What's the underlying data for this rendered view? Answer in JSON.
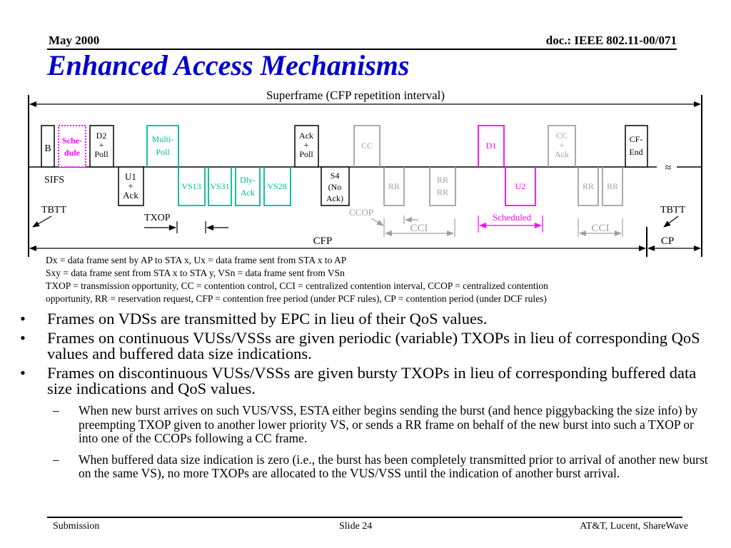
{
  "header": {
    "date": "May 2000",
    "doc_id": "doc.: IEEE 802.11-00/071"
  },
  "title": "Enhanced Access Mechanisms",
  "diagram": {
    "superframe_label": "Superframe (CFP repetition interval)",
    "frames_top": {
      "beacon": "B",
      "schedule": [
        "Sche-",
        "dule"
      ],
      "d2_poll": [
        "D2",
        "+",
        "Poll"
      ],
      "multi_poll": [
        "Multi-",
        "Poll"
      ],
      "ack_poll": [
        "Ack",
        "+",
        "Poll"
      ],
      "cc": "CC",
      "d1": "D1",
      "cc_ack": [
        "CC",
        "+",
        "Ack"
      ],
      "cf_end": [
        "CF-",
        "End"
      ]
    },
    "frames_bottom": {
      "u1_ack": [
        "U1",
        "+",
        "Ack"
      ],
      "vs13": "VS13",
      "vs31": "VS31",
      "dly_ack": [
        "Dly-",
        "Ack"
      ],
      "vs28": "VS28",
      "s4": [
        "S4",
        "(No",
        "Ack)"
      ],
      "rr1": "RR",
      "rr2": [
        "RR",
        "RR"
      ],
      "u2": "U2",
      "rr3": "RR",
      "rr4": "RR"
    },
    "labels": {
      "sifs": "SIFS",
      "tbtt_left": "TBTT",
      "tbtt_right": "TBTT",
      "txop": "TXOP",
      "ccop": "CCOP",
      "cci_1": "CCI",
      "scheduled": "Scheduled",
      "cci_2": "CCI",
      "cfp": "CFP",
      "cp": "CP",
      "break_mark": "≈"
    },
    "colors": {
      "magenta": "#ff00ff",
      "teal": "#00b894",
      "gray": "#a0a0a0",
      "black": "#000000"
    }
  },
  "legend": [
    "Dx = data frame sent by AP to STA x, Ux = data frame sent from STA x to AP",
    "Sxy = data frame sent from STA x to STA y, VSn = data frame sent from VSn",
    "TXOP = transmission opportunity, CC = contention control, CCI = centralized contention interval, CCOP = centralized contention",
    "opportunity, RR = reservation request, CFP = contention free period (under PCF rules), CP = contention period (under DCF rules)"
  ],
  "bullets": [
    {
      "marker": "•",
      "text": "Frames on VDSs are transmitted by EPC in lieu of their QoS values."
    },
    {
      "marker": "•",
      "text": "Frames on continuous VUSs/VSSs are given periodic (variable) TXOPs in lieu of corresponding QoS values and buffered data size indications."
    },
    {
      "marker": "•",
      "text": "Frames on discontinuous VUSs/VSSs are given bursty TXOPs in lieu of corresponding buffered data size indications and QoS values.",
      "sub": [
        {
          "marker": "–",
          "text": "When new burst arrives on such VUS/VSS, ESTA either begins sending the burst (and hence piggybacking the size info) by preempting TXOP given to another lower priority VS, or sends a RR frame on behalf of the new burst into such a TXOP or into one of the CCOPs following a CC frame."
        },
        {
          "marker": "–",
          "text": "When buffered data size indication is zero (i.e., the burst has been completely transmitted prior to arrival of another new burst on the same VS), no more TXOPs are allocated to the VUS/VSS until the indication of another burst arrival."
        }
      ]
    }
  ],
  "footer": {
    "left": "Submission",
    "center": "Slide 24",
    "right": "AT&T, Lucent, ShareWave"
  }
}
